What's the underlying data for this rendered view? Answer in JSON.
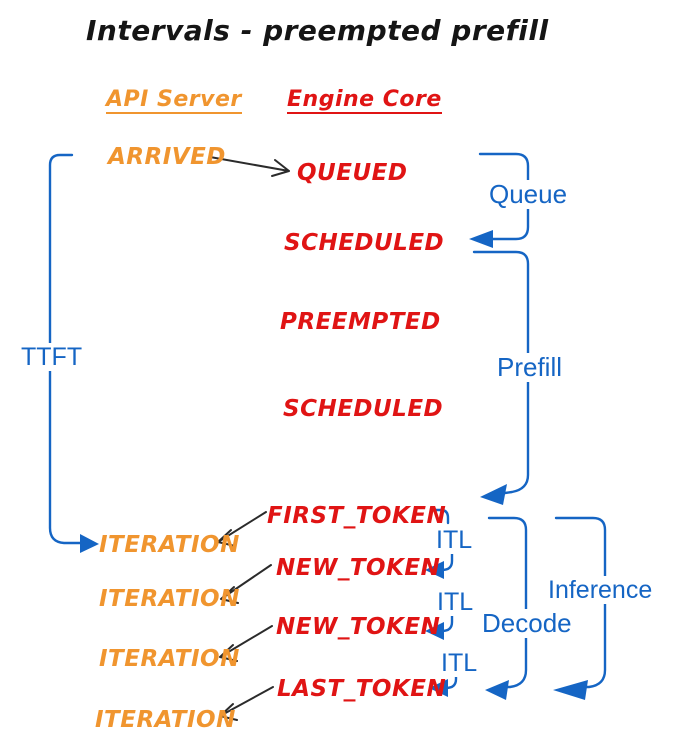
{
  "title": "Intervals - preempted prefill",
  "headers": {
    "api_server": "API Server",
    "engine_core": "Engine Core"
  },
  "api_events": [
    "ARRIVED",
    "ITERATION",
    "ITERATION",
    "ITERATION",
    "ITERATION"
  ],
  "engine_events": [
    "QUEUED",
    "SCHEDULED",
    "PREEMPTED",
    "SCHEDULED",
    "FIRST_TOKEN",
    "NEW_TOKEN",
    "NEW_TOKEN",
    "LAST_TOKEN"
  ],
  "intervals": {
    "ttft": "TTFT",
    "queue": "Queue",
    "prefill": "Prefill",
    "itl_1": "ITL",
    "itl_2": "ITL",
    "itl_3": "ITL",
    "decode": "Decode",
    "inference": "Inference"
  },
  "colors": {
    "api_server": "#F0952F",
    "engine_core": "#E01414",
    "interval": "#1565C4",
    "event_arrow": "#2B2B2B",
    "title": "#151515"
  }
}
